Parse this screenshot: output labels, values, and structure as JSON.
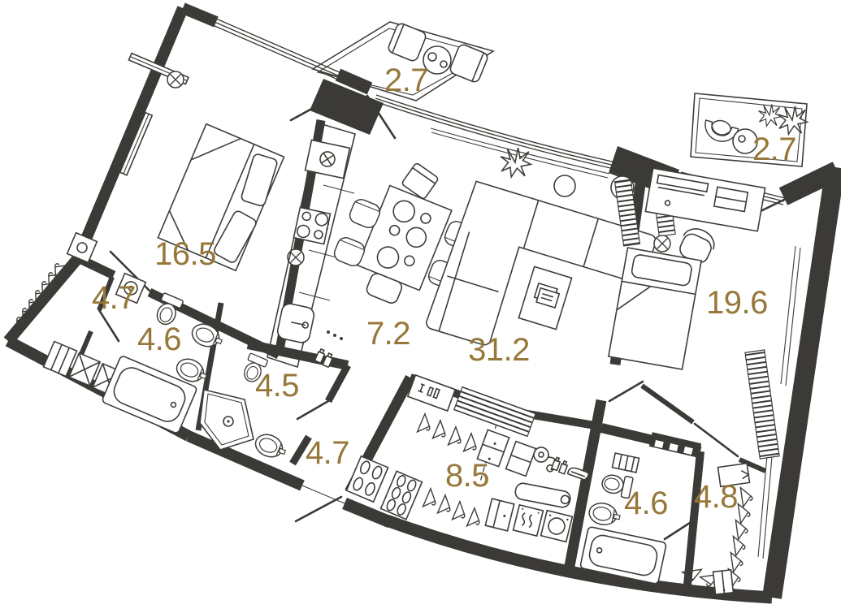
{
  "plan": {
    "type": "apartment-floor-plan",
    "colors": {
      "background": "#ffffff",
      "walls": "#3b3a37",
      "furniture_lines": "#3f3d38",
      "area_label": "#97783a"
    },
    "rooms": [
      {
        "name": "bedroom-main",
        "area": "16.5"
      },
      {
        "name": "entry-wardrobe",
        "area": "4.7"
      },
      {
        "name": "bathroom-1",
        "area": "4.6"
      },
      {
        "name": "shower-room",
        "area": "4.5"
      },
      {
        "name": "kitchen-hall",
        "area": "7.2"
      },
      {
        "name": "living-room",
        "area": "31.2"
      },
      {
        "name": "balcony-top",
        "area": "2.7"
      },
      {
        "name": "balcony-right",
        "area": "2.7"
      },
      {
        "name": "bedroom-second",
        "area": "19.6"
      },
      {
        "name": "hallway",
        "area": "4.7"
      },
      {
        "name": "walkin-closet",
        "area": "8.5"
      },
      {
        "name": "bathroom-2",
        "area": "4.6"
      },
      {
        "name": "closet",
        "area": "4.8"
      }
    ],
    "icons": [
      "double-bed-icon",
      "single-bed-icon",
      "sofa-icon",
      "coffee-table-icon",
      "armchair-icon",
      "dining-table-icon",
      "chair-icon",
      "stool-icon",
      "round-table-icon",
      "plant-icon",
      "hanger-icon",
      "toilet-icon",
      "sink-icon",
      "bathtub-icon",
      "shower-icon",
      "washing-machine-icon",
      "stove-icon",
      "fridge-icon",
      "kitchen-sink-icon",
      "desk-icon",
      "desk-chair-icon",
      "vacuum-icon",
      "iron-icon",
      "shoes-icon",
      "ceiling-light-icon",
      "radiator-icon",
      "shelf-icon",
      "entry-door-icon",
      "window-icon"
    ]
  }
}
